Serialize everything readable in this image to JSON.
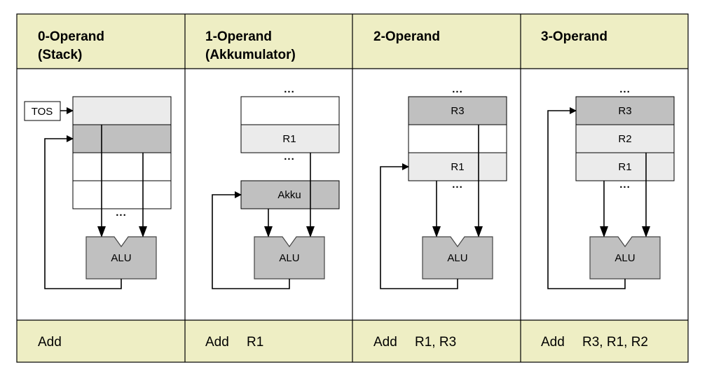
{
  "columns": [
    {
      "title_line1": "0-Operand",
      "title_line2": "(Stack)",
      "instruction": "Add",
      "operands": ""
    },
    {
      "title_line1": "1-Operand",
      "title_line2": "(Akkumulator)",
      "instruction": "Add",
      "operands": "R1"
    },
    {
      "title_line1": "2-Operand",
      "title_line2": "",
      "instruction": "Add",
      "operands": "R1, R3"
    },
    {
      "title_line1": "3-Operand",
      "title_line2": "",
      "instruction": "Add",
      "operands": "R3, R1, R2"
    }
  ],
  "labels": {
    "tos": "TOS",
    "alu": "ALU",
    "akku": "Akku",
    "r1": "R1",
    "r2": "R2",
    "r3": "R3",
    "ellipsis": "..."
  },
  "colors": {
    "header_bg": "#eeeec4",
    "register_dark": "#c0c0c0",
    "register_light": "#ebebeb"
  }
}
